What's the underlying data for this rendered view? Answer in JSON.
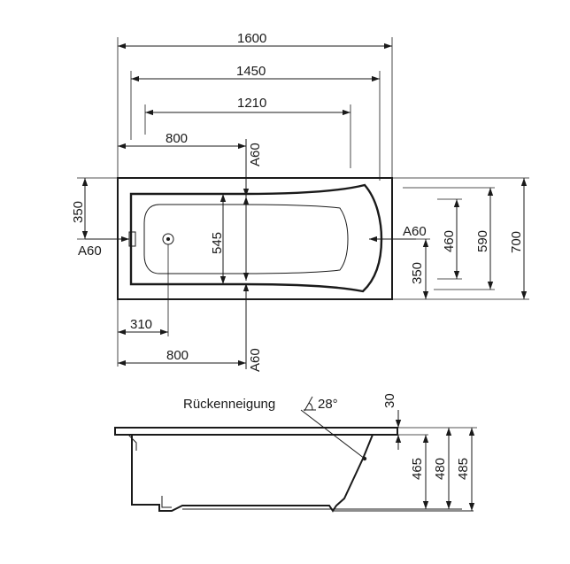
{
  "top_view": {
    "widths": {
      "overall": "1600",
      "outer_rim": "1450",
      "inner_basin": "1210",
      "to_section_top": "800",
      "to_drain": "310",
      "to_section_bottom": "800"
    },
    "heights": {
      "overall": "700",
      "rim": "590",
      "basin": "460",
      "drain_offset_right": "350",
      "drain_offset_left": "350",
      "basin_depth_mark": "545"
    },
    "section_marks": {
      "top": "A60",
      "bottom": "A60",
      "left": "A60",
      "right": "A60"
    }
  },
  "side_view": {
    "back_slope_label": "Rückenneigung",
    "back_slope_angle": "28°",
    "heights": {
      "rim_thickness": "30",
      "depth_a": "465",
      "depth_b": "480",
      "depth_c": "485"
    }
  }
}
